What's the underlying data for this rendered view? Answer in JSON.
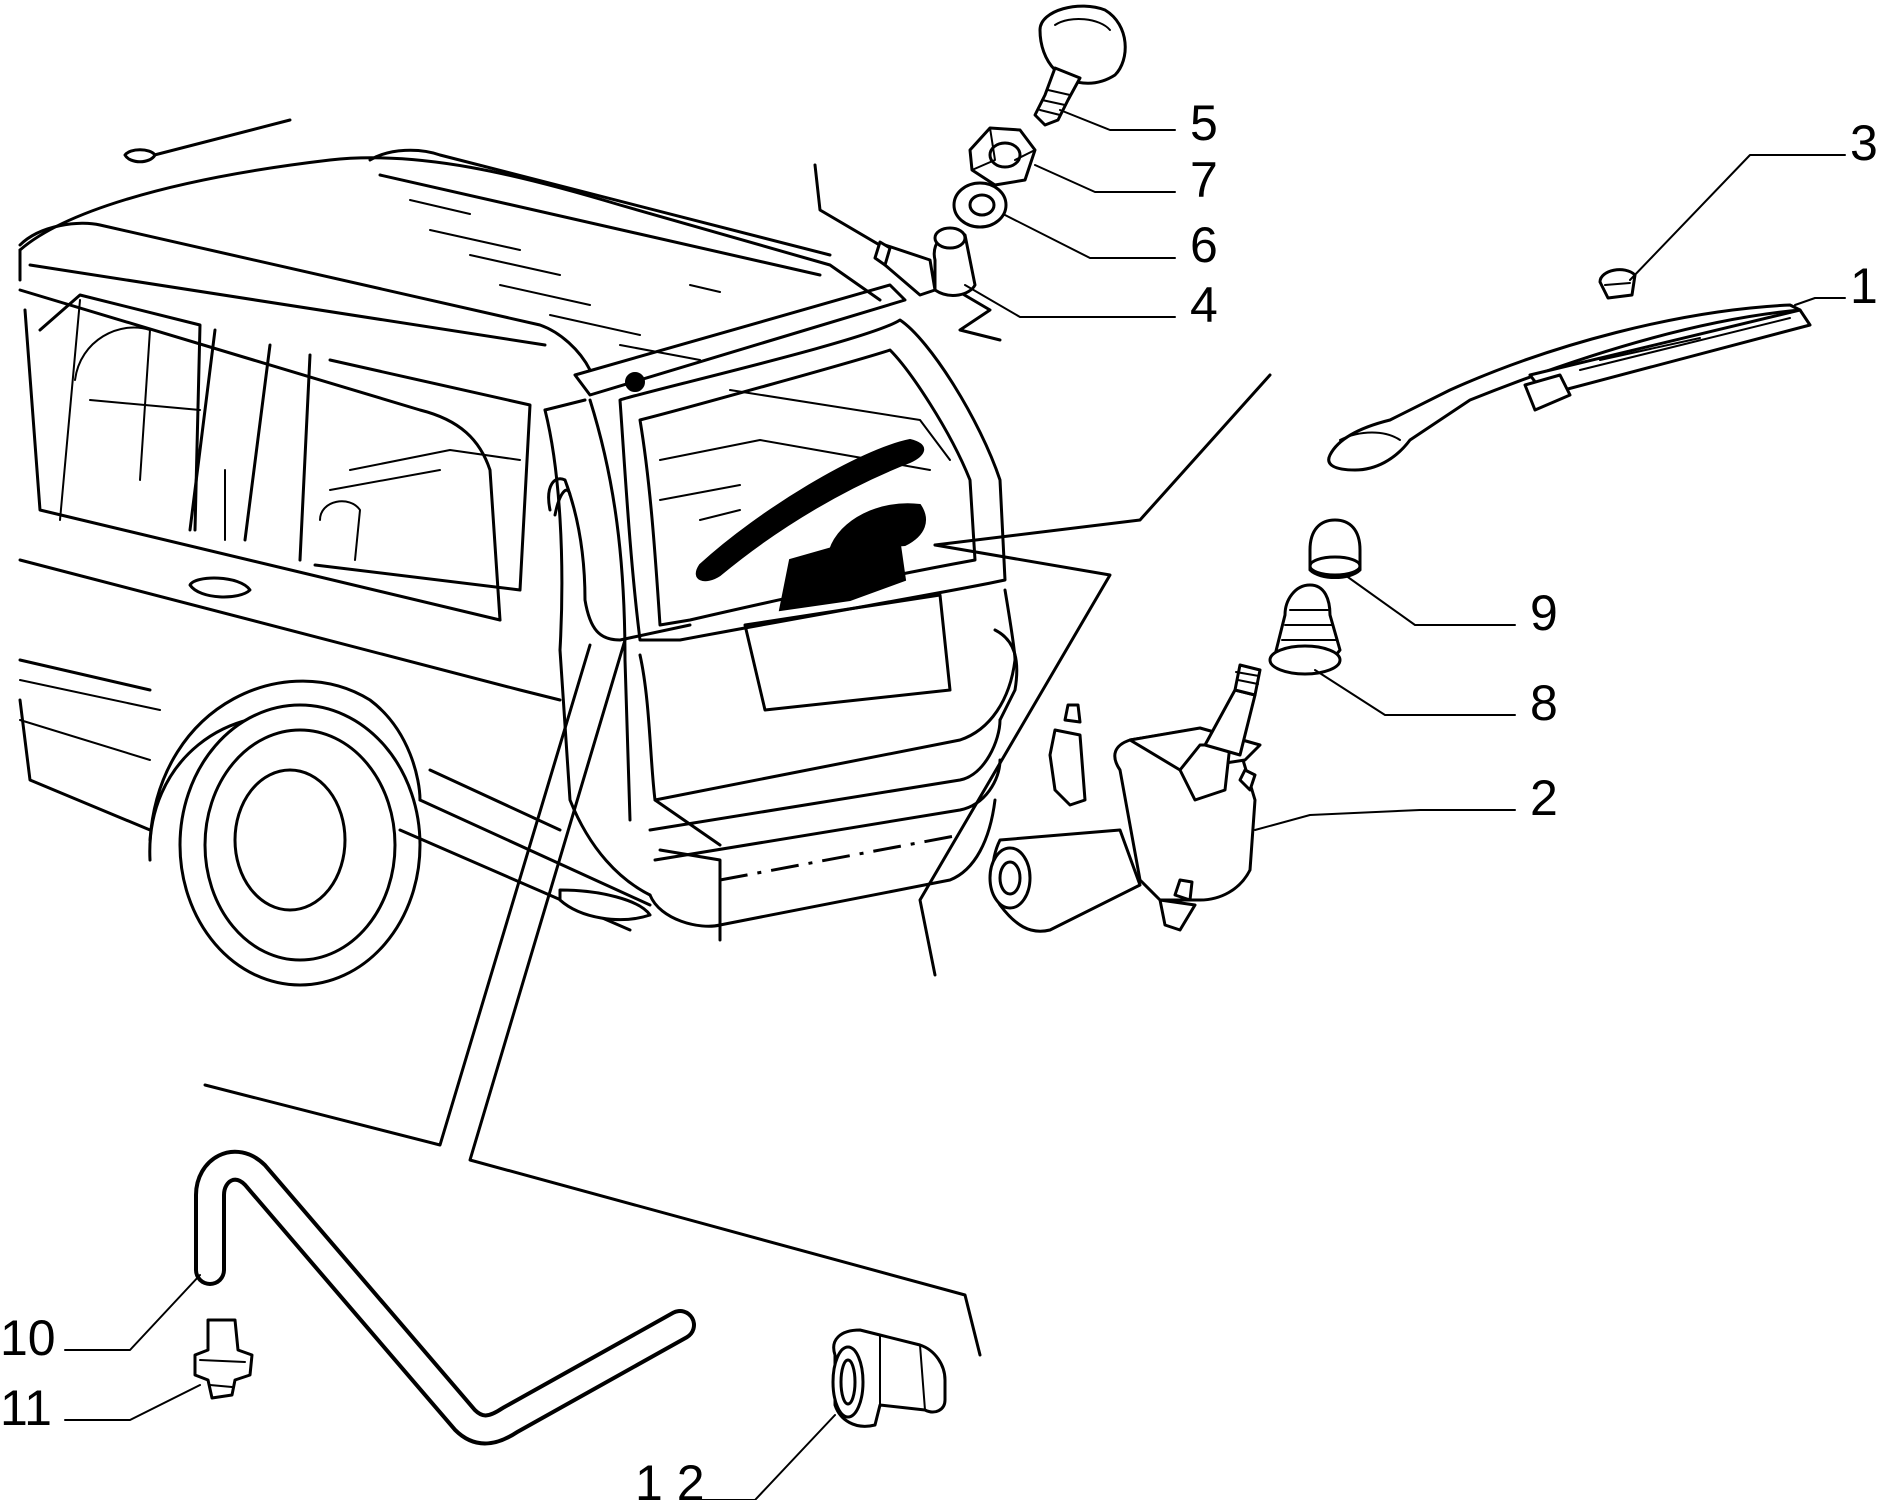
{
  "callouts": {
    "c1": "1",
    "c2": "2",
    "c3": "3",
    "c4": "4",
    "c5": "5",
    "c6": "6",
    "c7": "7",
    "c8": "8",
    "c9": "9",
    "c10": "10",
    "c11": "11",
    "c12": "1 2"
  },
  "colors": {
    "line": "#000000",
    "background": "#ffffff"
  }
}
